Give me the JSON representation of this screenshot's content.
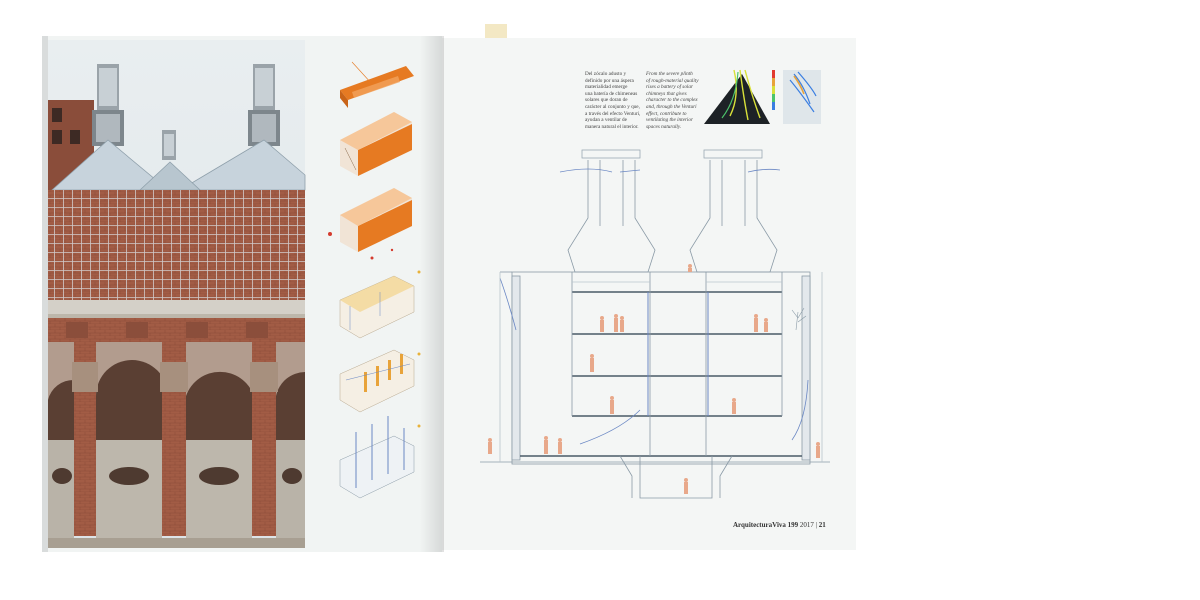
{
  "spread": {
    "text_spanish": [
      "Del zócalo adusto y",
      "definido por una áspera",
      "materialidad emerge",
      "una batería de chimeneas",
      "solares que doran de",
      "carácter al conjunto y que,",
      "a través del efecto Venturi,",
      "ayudan a ventilar de",
      "manera natural el interior."
    ],
    "text_english": [
      "From the severe plinth",
      "of rough-material quality",
      "rises a battery of solar",
      "chimneys that gives",
      "character to the complex",
      "and, through the Venturi",
      "effect, contribute to",
      "ventilating the interior",
      "spaces naturally."
    ],
    "folio": {
      "magazine": "ArquitecturaViva 199",
      "year": "2017",
      "page": "21"
    }
  },
  "colors": {
    "background": "#ffffff",
    "left_page": "#f1f4f3",
    "right_page": "#f4f6f5",
    "brick": "#a25c45",
    "glass": "#c7d3dc",
    "concrete": "#b9b3a8",
    "diagram_orange": "#e67a22",
    "diagram_blue": "#6b88c4",
    "drawing_line": "#8a9aa6"
  },
  "icons": {
    "diagram_sequence": [
      "solar-gain-isometric",
      "ventilation-isometric",
      "air-flow-isometric",
      "daylight-isometric",
      "cooling-isometric",
      "heating-isometric"
    ],
    "simulation_thumbnails": [
      "venturi-simulation-render",
      "temperature-scale-bar",
      "airflow-simulation-render"
    ]
  }
}
